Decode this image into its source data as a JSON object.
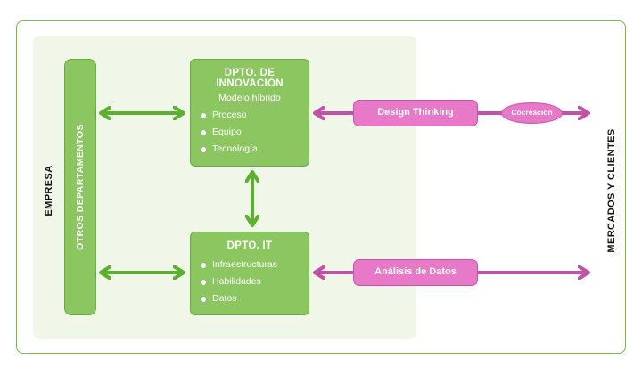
{
  "labels": {
    "empresa": "EMPRESA",
    "otros": "OTROS DEPARTAMENTOS",
    "mercados": "MERCADOS Y CLIENTES"
  },
  "innovacion": {
    "title_line1": "DPTO. DE",
    "title_line2": "INNOVACIÓN",
    "subtitle": "Modelo híbrido",
    "items": [
      "Proceso",
      "Equipo",
      "Tecnología"
    ]
  },
  "it": {
    "title": "DPTO. IT",
    "items": [
      "Infraestructuras",
      "Habilidades",
      "Datos"
    ]
  },
  "pills": {
    "design_thinking": "Design Thinking",
    "analisis_datos": "Análisis de Datos",
    "cocreacion": "Cocreación"
  },
  "colors": {
    "green_fill": "#8cc660",
    "green_arrow": "#5cb030",
    "pink_fill": "#e878c8",
    "pink_arrow": "#c052a8",
    "region_bg": "#f0f6e8"
  }
}
